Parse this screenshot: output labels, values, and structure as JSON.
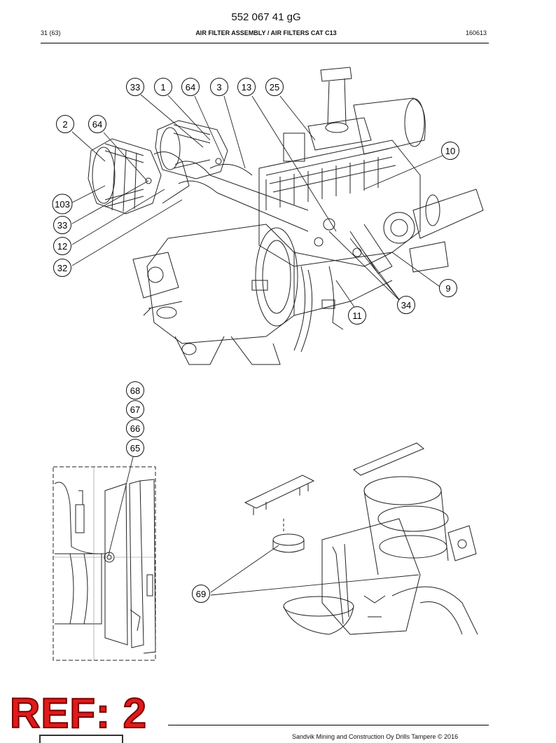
{
  "header": {
    "doc_number": "552 067 41 gG",
    "page": "31 (63)",
    "title": "AIR FILTER ASSEMBLY / AIR FILTERS CAT C13",
    "date_code": "160613"
  },
  "callouts": {
    "c33a": "33",
    "c1": "1",
    "c64a": "64",
    "c3": "3",
    "c13": "13",
    "c25": "25",
    "c2": "2",
    "c64b": "64",
    "c10": "10",
    "c103": "103",
    "c33b": "33",
    "c12": "12",
    "c32": "32",
    "c9": "9",
    "c34": "34",
    "c11": "11",
    "c68": "68",
    "c67": "67",
    "c66": "66",
    "c65": "65",
    "c69": "69"
  },
  "stamp": {
    "text": "REF: 2"
  },
  "footer": {
    "text": "Sandvik Mining and Construction Oy Drills Tampere © 2016"
  }
}
